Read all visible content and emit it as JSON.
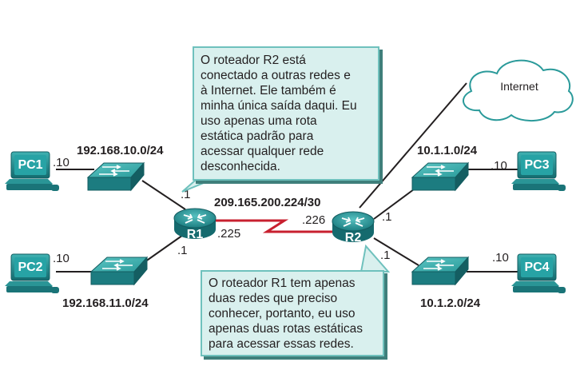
{
  "networks": {
    "lan_pc1": "192.168.10.0/24",
    "lan_pc2": "192.168.11.0/24",
    "wan": "209.165.200.224/30",
    "lan_pc3": "10.1.1.0/24",
    "lan_pc4": "10.1.2.0/24"
  },
  "interfaces": {
    "pc1": ".10",
    "pc2": ".10",
    "pc3": ".10",
    "pc4": ".10",
    "r1_lan1": ".1",
    "r1_lan2": ".1",
    "r1_wan": ".225",
    "r2_wan": ".226",
    "r2_lan1": ".1",
    "r2_lan2": ".1"
  },
  "devices": {
    "pc1": "PC1",
    "pc2": "PC2",
    "pc3": "PC3",
    "pc4": "PC4",
    "r1": "R1",
    "r2": "R2"
  },
  "internet_label": "Internet",
  "callouts": {
    "r2_text": "O roteador R2 está\nconectado a outras redes e\nà Internet. Ele também é\nminha única saída daqui. Eu\nuso apenas uma rota\nestática padrão para\nacessar qualquer rede\ndesconhecida.",
    "r1_text": "O roteador R1 tem apenas\nduas redes que preciso\nconhecer, portanto, eu uso\napenas duas rotas estáticas\npara acessar essas redes."
  },
  "colors": {
    "device_teal": "#1f8d8f",
    "link_black": "#231f20",
    "serial_red": "#c8202f",
    "callout_fill": "#d9f0ee",
    "callout_border": "#6fc1bd"
  }
}
